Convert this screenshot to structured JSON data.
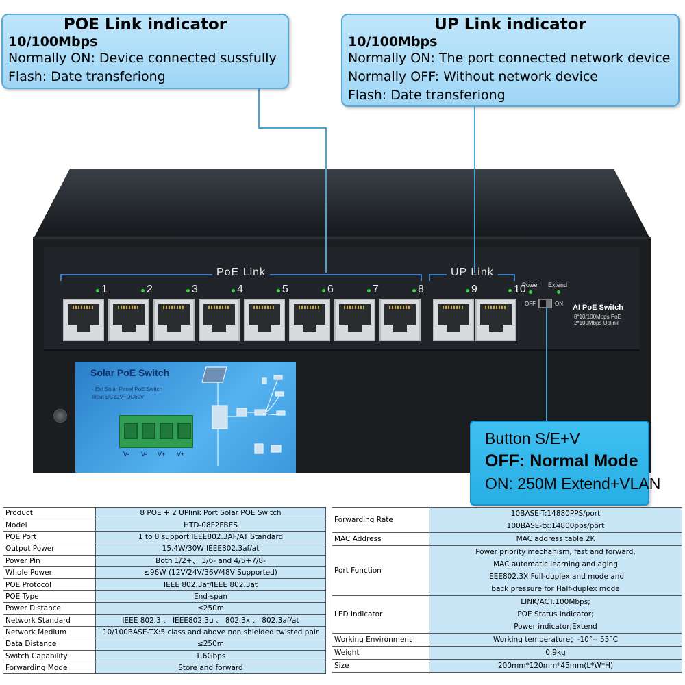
{
  "callouts": {
    "poe": {
      "title": "POE Link indicator",
      "lines": [
        "10/100Mbps",
        "Normally ON: Device connected sussfully",
        "Flash: Date transferiong"
      ]
    },
    "uplink": {
      "title": "UP Link indicator",
      "lines": [
        "10/100Mbps",
        "Normally ON: The port connected network device",
        "Normally OFF: Without network device",
        "Flash: Date transferiong"
      ]
    },
    "button": {
      "lines": [
        "Button S/E+V",
        "OFF: Normal Mode",
        "ON: 250M Extend+VLAN"
      ]
    }
  },
  "device": {
    "poe_group_label": "PoE Link",
    "uplink_group_label": "UP Link",
    "poe_ports": [
      "1",
      "2",
      "3",
      "4",
      "5",
      "6",
      "7",
      "8"
    ],
    "uplink_ports": [
      "9",
      "10"
    ],
    "power_label": "Power",
    "extend_label": "Extend",
    "off_label": "OFF",
    "on_label": "ON",
    "brand": "AI PoE Switch",
    "brand_sub1": "8*10/100Mbps PoE",
    "brand_sub2": "2*100Mbps Uplink",
    "solar_title": "Solar PoE Switch",
    "solar_sub1": "· Ext Solar Panel PoE Switch",
    "solar_sub2": "Input DC12V~DC60V",
    "terminal_labels": [
      "V-",
      "V-",
      "V+",
      "V+"
    ]
  },
  "specs_left": [
    {
      "key": "Product",
      "value": "8 POE + 2 UPlink Port Solar POE Switch"
    },
    {
      "key": "Model",
      "value": "HTD-08F2FBES"
    },
    {
      "key": "POE Port",
      "value": "1 to 8 support IEEE802.3AF/AT Standard"
    },
    {
      "key": "Output Power",
      "value": "15.4W/30W        IEEE802.3af/at"
    },
    {
      "key": "Power Pin",
      "value": "Both 1/2+、 3/6- and 4/5+7/8-"
    },
    {
      "key": "Whole Power",
      "value": "≤96W (12V/24V/36V/48V Supported)"
    },
    {
      "key": "POE Protocol",
      "value": "IEEE 802.3af/IEEE 802.3at"
    },
    {
      "key": "POE Type",
      "value": "End-span"
    },
    {
      "key": "Power Distance",
      "value": "≤250m"
    },
    {
      "key": "Network Standard",
      "value": "IEEE 802.3 、  IEEE802.3u 、 802.3x 、 802.3af/at"
    },
    {
      "key": "Network Medium",
      "value": "10/100BASE-TX:5 class and above non shielded twisted pair"
    },
    {
      "key": "Data Distance",
      "value": "≤250m"
    },
    {
      "key": "Switch Capability",
      "value": "1.6Gbps"
    },
    {
      "key": "Forwarding Mode",
      "value": "Store and forward"
    }
  ],
  "specs_right": [
    {
      "key": "Forwarding Rate",
      "values": [
        "10BASE-T:14880PPS/port",
        "100BASE-tx:14800pps/port"
      ]
    },
    {
      "key": "MAC Address",
      "values": [
        "MAC address table 2K"
      ]
    },
    {
      "key": "Port Function",
      "values": [
        "Power priority mechanism, fast and forward,",
        "MAC automatic learning and aging",
        "IEEE802.3X Full-duplex and mode and",
        "back pressure for Half-duplex mode"
      ]
    },
    {
      "key": "LED Indicator",
      "values": [
        "LINK/ACT.100Mbps;",
        "POE Status Indicator;",
        "Power indicator;Extend"
      ]
    },
    {
      "key": "Working Environment",
      "values": [
        "Working temperature：-10°-- 55°C"
      ]
    },
    {
      "key": "Weight",
      "values": [
        "0.9kg"
      ]
    },
    {
      "key": "Size",
      "values": [
        "200mm*120mm*45mm(L*W*H)"
      ]
    }
  ]
}
